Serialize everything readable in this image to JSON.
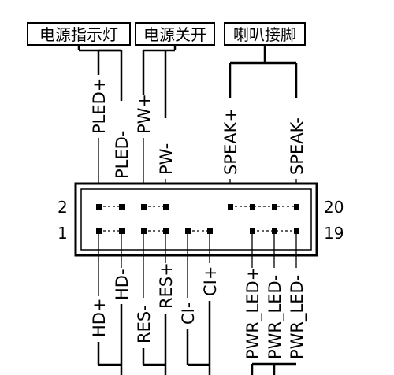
{
  "group_labels": {
    "power_led": "电源指示灯",
    "power_switch": "电源关开",
    "speaker": "喇叭接脚"
  },
  "row_numbers": {
    "top_left": "2",
    "bottom_left": "1",
    "top_right": "20",
    "bottom_right": "19"
  },
  "top_pins": {
    "pled_plus": "PLED+",
    "pled_minus": "PLED-",
    "pw_plus": "PW+",
    "pw_minus": "PW-",
    "speak_plus": "SPEAK+",
    "speak_minus": "SPEAK-"
  },
  "bottom_pins": {
    "hd_plus": "HD+",
    "hd_minus": "HD-",
    "res_minus": "RES-",
    "res_plus": "RES+",
    "ci_minus": "CI-",
    "ci_plus": "CI+",
    "pwr_led_plus": "PWR_LED+",
    "pwr_led_minus_1": "PWR_LED-",
    "pwr_led_minus_2": "PWR_LED-"
  }
}
